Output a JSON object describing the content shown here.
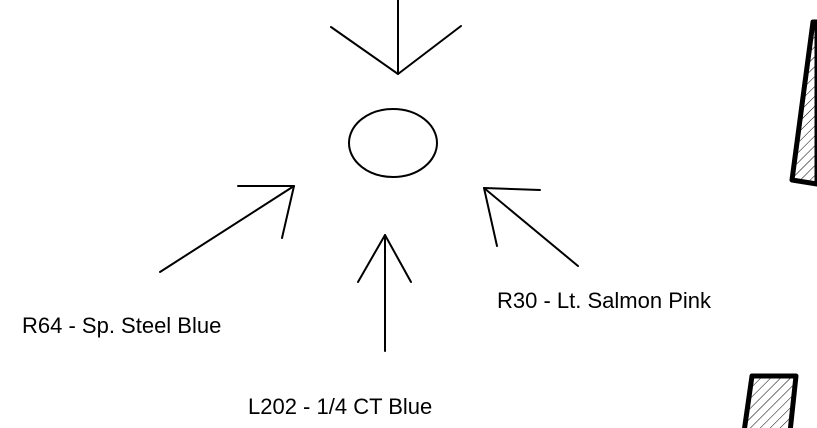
{
  "labels": {
    "left_gel": "R64 - Sp. Steel Blue",
    "right_gel": "R30 - Lt. Salmon Pink",
    "bottom_gel": "L202 - 1/4 CT Blue"
  }
}
